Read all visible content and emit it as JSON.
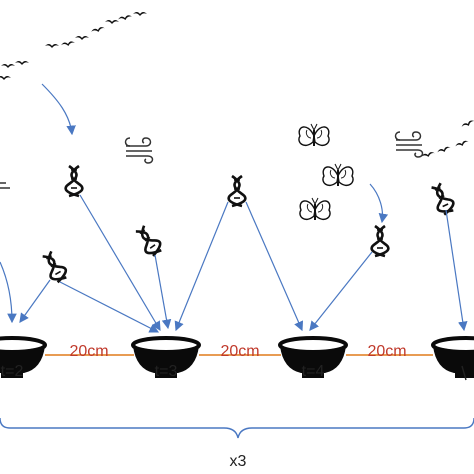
{
  "time_labels": [
    "t=2",
    "t=3",
    "t=4"
  ],
  "distance_labels": [
    "20cm",
    "20cm",
    "20cm"
  ],
  "repeat_label": "x3",
  "colors": {
    "arrow": "#4a78c2",
    "distance_line": "#e07b1a",
    "distance_text": "#c0392b",
    "bowl": "#0a0a0a"
  },
  "icons": [
    "bird-flock-icon",
    "dna-icon",
    "wind-icon",
    "butterfly-icon",
    "bowl-icon"
  ]
}
